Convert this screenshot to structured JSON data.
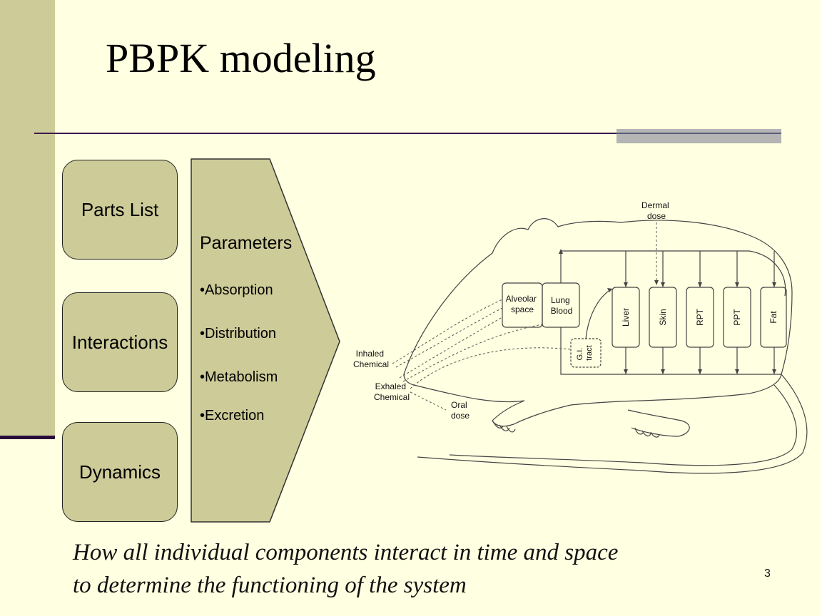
{
  "title": "PBPK modeling",
  "boxes": [
    "Parts List",
    "Interactions",
    "Dynamics"
  ],
  "parameters": {
    "heading": "Parameters",
    "items": [
      "•Absorption",
      "•Distribution",
      "•Metabolism",
      "•Excretion"
    ]
  },
  "diagram": {
    "dermal_dose": [
      "Dermal",
      "dose"
    ],
    "alveolar": [
      "Alveolar",
      "space"
    ],
    "lung": [
      "Lung",
      "Blood"
    ],
    "gi": [
      "G.I.",
      "tract"
    ],
    "compartments": [
      "Liver",
      "Skin",
      "RPT",
      "PPT",
      "Fat"
    ],
    "inhaled": [
      "Inhaled",
      "Chemical"
    ],
    "exhaled": [
      "Exhaled",
      "Chemical"
    ],
    "oral": [
      "Oral",
      "dose"
    ]
  },
  "caption": [
    "How all individual components interact in time and space",
    "to determine the functioning of the system"
  ],
  "slide_number": "3",
  "colors": {
    "background": "#ffffe1",
    "accent": "#cdcb98",
    "rule": "#3c1a4e"
  }
}
